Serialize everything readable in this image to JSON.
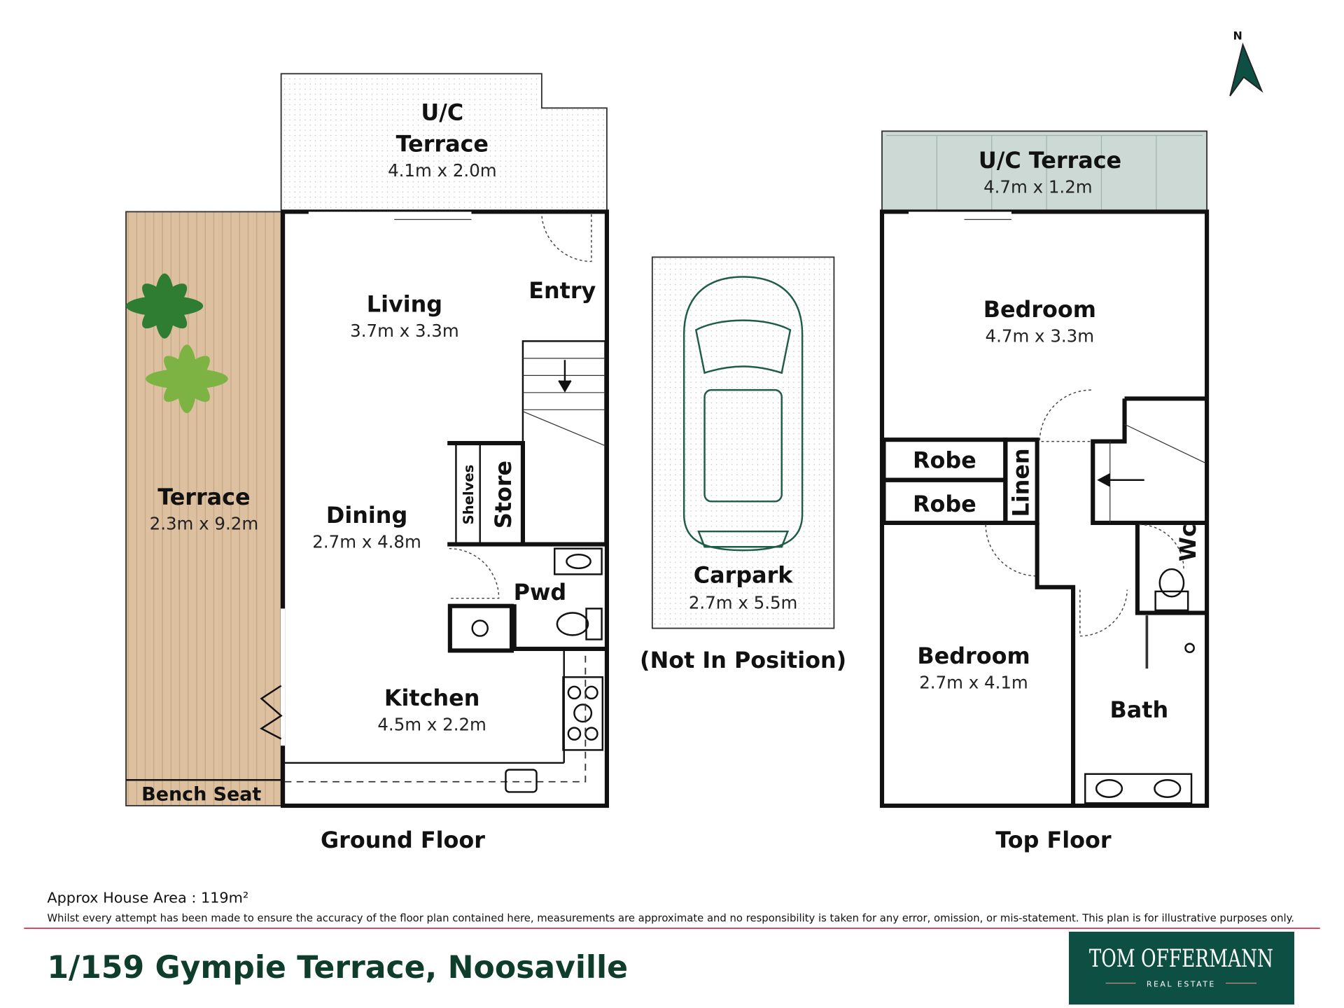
{
  "compass": {
    "label": "N"
  },
  "ground_floor": {
    "title": "Ground Floor",
    "rooms": [
      {
        "name": "U/C",
        "name2": "Terrace",
        "dims": "4.1m x 2.0m"
      },
      {
        "name": "Living",
        "dims": "3.7m x 3.3m"
      },
      {
        "name": "Entry"
      },
      {
        "name": "Terrace",
        "dims": "2.3m x 9.2m"
      },
      {
        "name": "Dining",
        "dims": "2.7m x 4.8m"
      },
      {
        "name": "Shelves"
      },
      {
        "name": "Store"
      },
      {
        "name": "Pwd"
      },
      {
        "name": "Kitchen",
        "dims": "4.5m x 2.2m"
      },
      {
        "name": "Bench Seat"
      }
    ]
  },
  "carpark": {
    "name": "Carpark",
    "dims": "2.7m x 5.5m",
    "note": "(Not In Position)"
  },
  "top_floor": {
    "title": "Top Floor",
    "rooms": [
      {
        "name": "U/C Terrace",
        "dims": "4.7m x 1.2m"
      },
      {
        "name": "Bedroom",
        "dims": "4.7m x 3.3m"
      },
      {
        "name": "Robe"
      },
      {
        "name": "Robe"
      },
      {
        "name": "Linen"
      },
      {
        "name": "Wc"
      },
      {
        "name": "Bedroom",
        "dims": "2.7m x 4.1m"
      },
      {
        "name": "Bath"
      }
    ]
  },
  "footer": {
    "area": "Approx House Area : 119m²",
    "disclaimer": "Whilst every attempt has been made to ensure the accuracy of the floor plan contained here, measurements are approximate and no responsibility is taken for any error, omission, or mis-statement. This plan is for illustrative purposes only.",
    "address": "1/159 Gympie Terrace, Noosaville",
    "logo_name": "TOM OFFERMANN",
    "logo_sub": "REAL ESTATE"
  },
  "colors": {
    "brand": "#0e4f43",
    "accent_line": "#d9304f",
    "deck": "#dcc0a0",
    "terrace_top": "#cdd9d4"
  }
}
